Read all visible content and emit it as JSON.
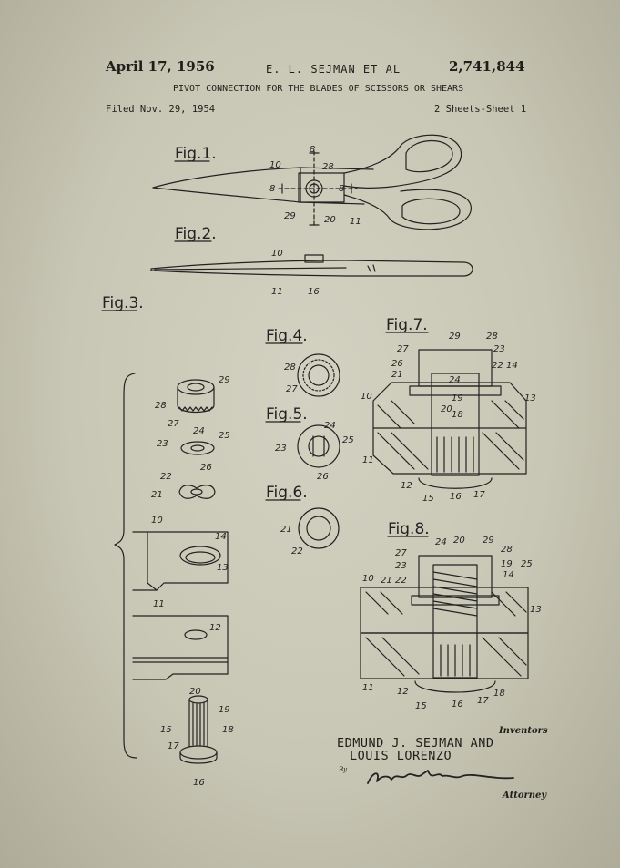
{
  "header": {
    "date": "April 17, 1956",
    "inventor_short": "E. L. SEJMAN ET AL",
    "patent_number": "2,741,844",
    "title": "PIVOT CONNECTION FOR THE BLADES OF SCISSORS OR SHEARS",
    "filed": "Filed Nov. 29, 1954",
    "sheet": "2 Sheets-Sheet 1"
  },
  "figures": {
    "fig1": "Fig.1.",
    "fig2": "Fig.2.",
    "fig3": "Fig.3.",
    "fig4": "Fig.4.",
    "fig5": "Fig.5.",
    "fig6": "Fig.6.",
    "fig7": "Fig.7.",
    "fig8": "Fig.8."
  },
  "reference_numerals": {
    "n8": "8",
    "n10": "10",
    "n11": "11",
    "n12": "12",
    "n13": "13",
    "n14": "14",
    "n15": "15",
    "n16": "16",
    "n17": "17",
    "n18": "18",
    "n19": "19",
    "n20": "20",
    "n21": "21",
    "n22": "22",
    "n23": "23",
    "n24": "24",
    "n25": "25",
    "n26": "26",
    "n27": "27",
    "n28": "28",
    "n29": "29"
  },
  "signature_block": {
    "inventors_label": "Inventors",
    "inventor_line_1": "EDMUND J. SEJMAN AND",
    "inventor_line_2": "LOUIS LORENZO",
    "by": "By",
    "attorney_label": "Attorney"
  },
  "colors": {
    "paper": "#c9c7b6",
    "ink": "#1f1f1a"
  }
}
